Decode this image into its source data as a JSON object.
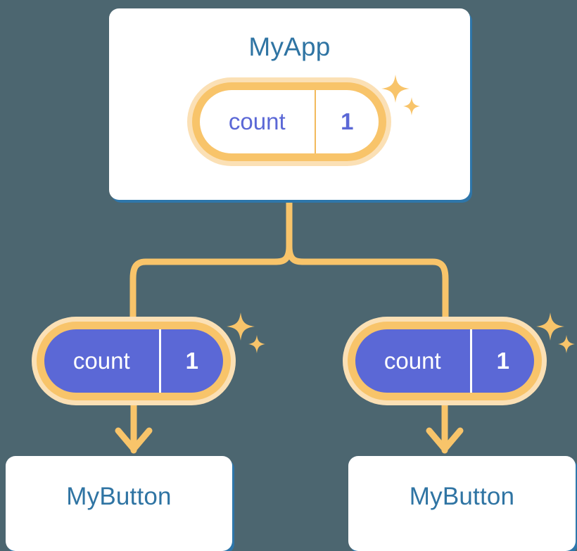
{
  "theme": {
    "background": "#4c6670",
    "card_background": "#ffffff",
    "card_shadow_blue": "#2e76aa",
    "title_blue": "#2f74a3",
    "ring_orange": "#f8c46a",
    "ring_glow_orange": "#fbe0b5",
    "state_purple": "#5b68d6",
    "connector_orange": "#f8c46a",
    "divider_light": "#f2b95c",
    "divider_solid": "#ffffff"
  },
  "diagram": {
    "type": "component-state-flow",
    "app_card": {
      "title": "MyApp",
      "state_pill": {
        "key": "count",
        "value": "1",
        "style": "light"
      },
      "sparkle_count": 2
    },
    "branches": [
      {
        "state_pill": {
          "key": "count",
          "value": "1",
          "style": "solid"
        },
        "sparkle_count": 2,
        "button_card": {
          "title": "MyButton"
        }
      },
      {
        "state_pill": {
          "key": "count",
          "value": "1",
          "style": "solid"
        },
        "sparkle_count": 2,
        "button_card": {
          "title": "MyButton"
        }
      }
    ],
    "connectors": {
      "trunk": "vertical line from MyApp card down to a T split",
      "split": "two rounded elbows fanning left and right",
      "arrows": "downward arrow from each state pill into its MyButton card"
    }
  }
}
